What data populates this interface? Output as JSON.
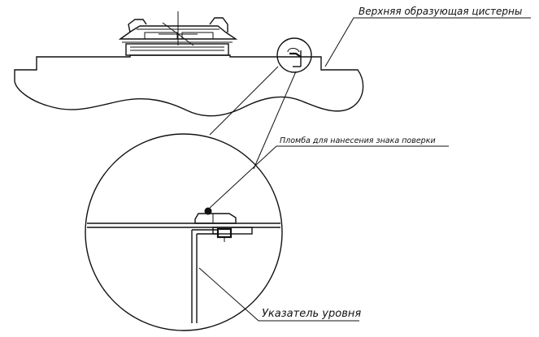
{
  "labels": {
    "tank_top": "Верхняя образующая цистерны",
    "seal": "Пломба для нанесения знака поверки",
    "level_indicator": "Указатель уровня"
  },
  "colors": {
    "line": "#111111",
    "background": "#ffffff"
  }
}
